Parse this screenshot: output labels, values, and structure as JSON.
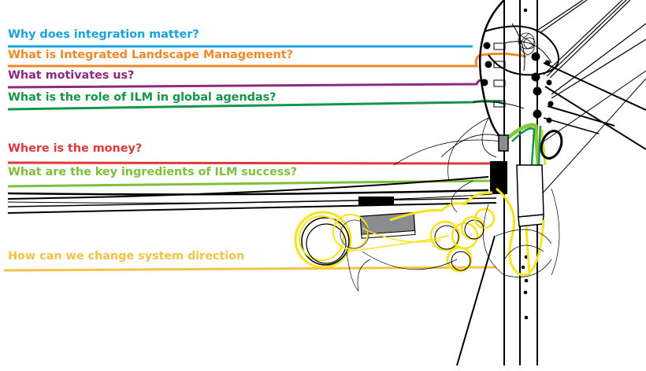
{
  "title": "Integrated Landscape Management – questions wired to a utility pole",
  "questions": [
    {
      "label": "Why does integration matter?",
      "color": "#1aa3dd"
    },
    {
      "label": "What is Integrated Landscape Management?",
      "color": "#ee8a2a"
    },
    {
      "label": "What motivates us?",
      "color": "#8d2a7e"
    },
    {
      "label": "What is the role of ILM in global agendas?",
      "color": "#14954a"
    },
    {
      "label": "Where is the money?",
      "color": "#df3a3a"
    },
    {
      "label": "What are the key ingredients of ILM success?",
      "color": "#7ebf3c"
    },
    {
      "label": "How can we change system direction",
      "color": "#f6c144"
    }
  ],
  "illustration": {
    "subject": "utility-pole-with-tangled-cables",
    "cable_color": "#000000",
    "coil_color": "#f7e31a",
    "box_color": "#8a8d8f"
  }
}
